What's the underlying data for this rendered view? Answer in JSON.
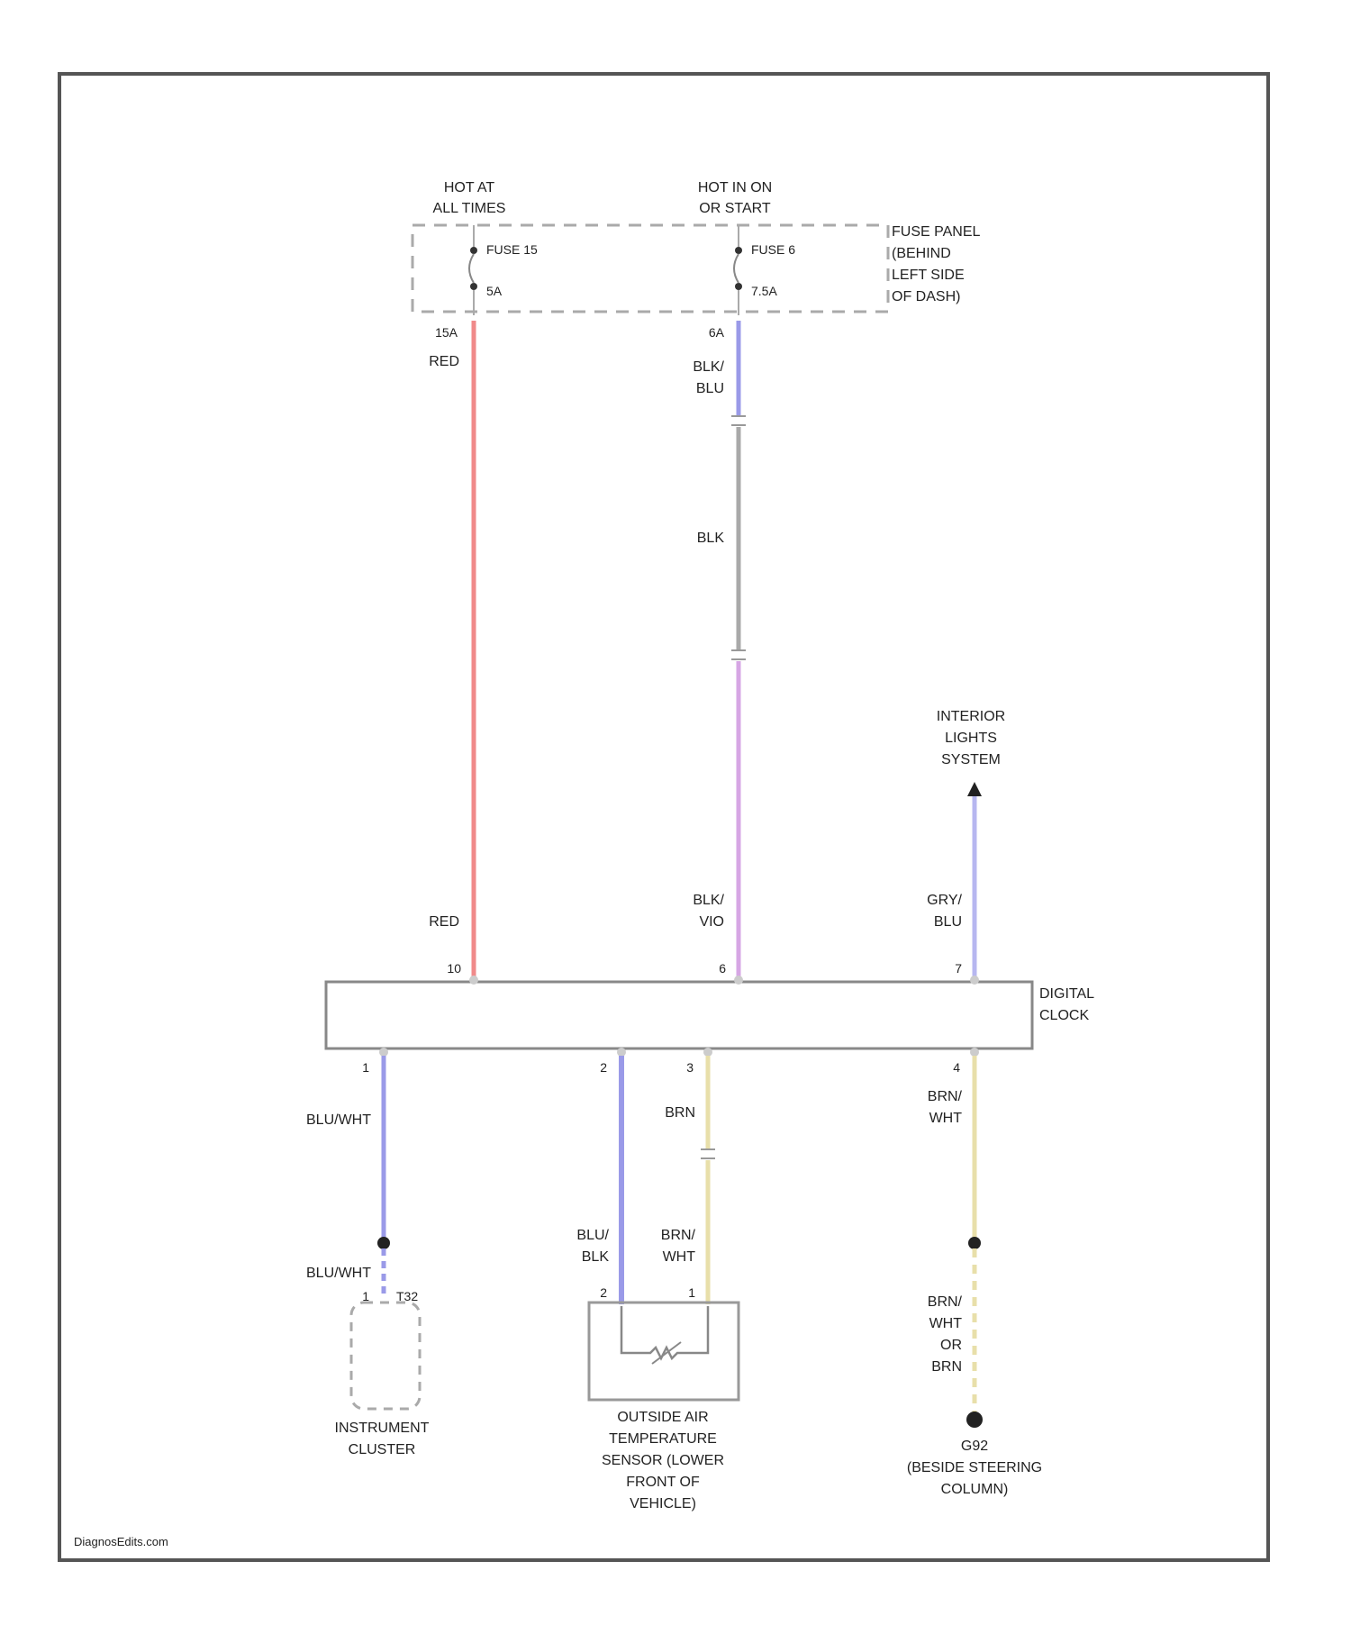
{
  "power_sources": {
    "hot_at_all_times": [
      "HOT AT",
      "ALL TIMES"
    ],
    "hot_in_on_or_start": [
      "HOT IN ON",
      "OR START"
    ]
  },
  "fuse_panel": {
    "label": [
      "FUSE PANEL",
      "(BEHIND",
      "LEFT SIDE",
      "OF DASH)"
    ],
    "fuse_left": {
      "name": "FUSE 15",
      "rating": "5A",
      "terminal": "15A"
    },
    "fuse_right": {
      "name": "FUSE 6",
      "rating": "7.5A",
      "terminal": "6A"
    }
  },
  "wire_labels": {
    "red_top": "RED",
    "red_bottom": "RED",
    "blk_blu": [
      "BLK/",
      "BLU"
    ],
    "blk": "BLK",
    "blk_vio": [
      "BLK/",
      "VIO"
    ],
    "gry_blu": [
      "GRY/",
      "BLU"
    ],
    "blu_wht": "BLU/WHT",
    "blu_wht_2": "BLU/WHT",
    "brn": "BRN",
    "brn_wht": [
      "BRN/",
      "WHT"
    ],
    "blu_blk": [
      "BLU/",
      "BLK"
    ],
    "brn_wht_2": [
      "BRN/",
      "WHT"
    ],
    "brn_wht_or_brn": [
      "BRN/",
      "WHT",
      "OR",
      "BRN"
    ]
  },
  "clock": {
    "label": [
      "DIGITAL",
      "CLOCK"
    ],
    "pins_top": [
      "10",
      "6",
      "7"
    ],
    "pins_bottom": [
      "1",
      "2",
      "3",
      "4"
    ]
  },
  "components": {
    "interior_lights": [
      "INTERIOR",
      "LIGHTS",
      "SYSTEM"
    ],
    "instrument_cluster": [
      "INSTRUMENT",
      "CLUSTER"
    ],
    "instrument_pin": "1",
    "instrument_connector": "T32",
    "sensor": [
      "OUTSIDE AIR",
      "TEMPERATURE",
      "SENSOR (LOWER",
      "FRONT OF",
      "VEHICLE)"
    ],
    "sensor_pin_left": "2",
    "sensor_pin_right": "1",
    "ground": [
      "G92",
      "(BESIDE STEERING",
      "COLUMN)"
    ]
  },
  "footer": {
    "watermark": "DiagnosEdits.com"
  },
  "colors": {
    "red_wire": "#f08a8a",
    "blu_wire": "#9a9ae8",
    "gray_wire": "#a9a9a9",
    "violet_wire": "#d6a6e4",
    "light_blue_wire": "#b7b7f0",
    "brn_wht_wire": "#e8dfaa",
    "border": "#555555"
  }
}
